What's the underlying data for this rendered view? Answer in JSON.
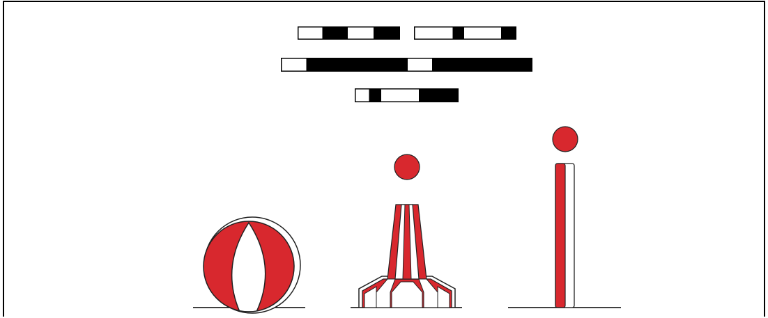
{
  "figure": {
    "colors": {
      "red": "#d8282e",
      "black": "#000000",
      "white": "#ffffff",
      "outline": "#222222"
    },
    "light_characters": [
      {
        "name": "light-rhythm-1a",
        "pattern": [
          "light",
          "dark",
          "light",
          "dark"
        ]
      },
      {
        "name": "light-rhythm-1b",
        "pattern": [
          "light",
          "dark",
          "light",
          "dark"
        ]
      },
      {
        "name": "light-rhythm-2",
        "pattern": [
          "light",
          "dark",
          "light",
          "dark"
        ]
      },
      {
        "name": "light-rhythm-3",
        "pattern": [
          "light",
          "dark",
          "light",
          "dark"
        ]
      }
    ],
    "buoys": [
      {
        "name": "spherical-buoy",
        "pattern": "red-white-vertical-stripes",
        "topmark": "none"
      },
      {
        "name": "pillar-buoy",
        "pattern": "red-white-vertical-stripes",
        "topmark": "red-sphere"
      },
      {
        "name": "spar-buoy",
        "pattern": "red-white-vertical-stripes",
        "topmark": "red-sphere"
      }
    ]
  }
}
